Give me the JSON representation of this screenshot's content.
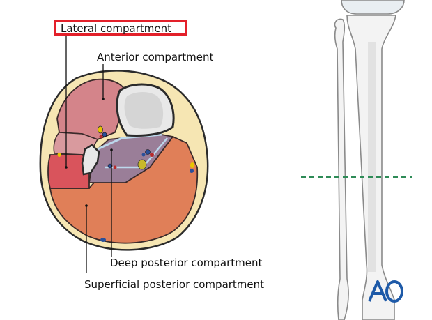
{
  "labels": {
    "lateral": "Lateral compartment",
    "anterior": "Anterior compartment",
    "deep_posterior": "Deep posterior compartment",
    "superficial_posterior": "Superficial posterior compartment"
  },
  "logo_text": "AO",
  "colors": {
    "highlight": "#e3202a",
    "lateral": "#d9545c",
    "anterior": "#d4848a",
    "deep_posterior": "#9a7e98",
    "superficial_posterior": "#e07f58",
    "skin": "#f6e6b3",
    "bone": "#e8e8e8",
    "guideline": "#2e8b57",
    "logo": "#1e5aa8"
  }
}
